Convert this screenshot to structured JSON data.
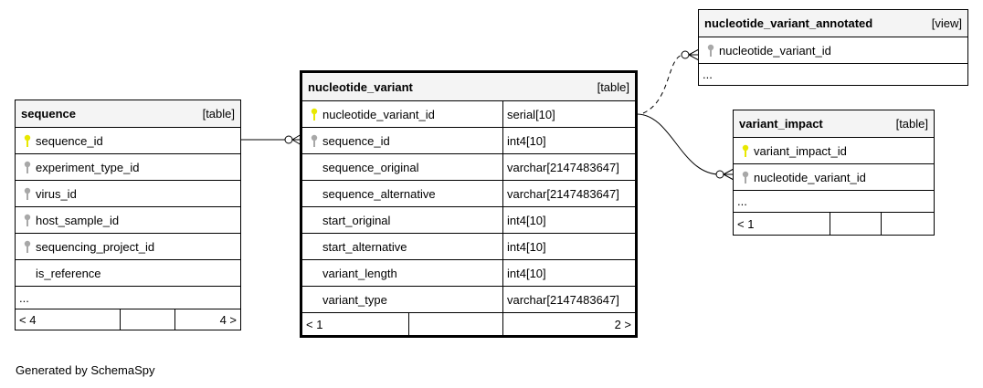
{
  "footer_text": "Generated by SchemaSpy",
  "tables": {
    "sequence": {
      "name": "sequence",
      "kind": "[table]",
      "columns": [
        {
          "name": "sequence_id",
          "key": "primary-key-icon"
        },
        {
          "name": "experiment_type_id",
          "key": "foreign-key-icon"
        },
        {
          "name": "virus_id",
          "key": "foreign-key-icon"
        },
        {
          "name": "host_sample_id",
          "key": "foreign-key-icon"
        },
        {
          "name": "sequencing_project_id",
          "key": "foreign-key-icon"
        },
        {
          "name": "is_reference",
          "key": ""
        }
      ],
      "ellipsis": "...",
      "foot": {
        "left": "< 4",
        "mid": "",
        "right": "4 >"
      }
    },
    "nucleotide_variant": {
      "name": "nucleotide_variant",
      "kind": "[table]",
      "columns": [
        {
          "name": "nucleotide_variant_id",
          "type": "serial[10]",
          "key": "primary-key-icon"
        },
        {
          "name": "sequence_id",
          "type": "int4[10]",
          "key": "foreign-key-icon"
        },
        {
          "name": "sequence_original",
          "type": "varchar[2147483647]",
          "key": ""
        },
        {
          "name": "sequence_alternative",
          "type": "varchar[2147483647]",
          "key": ""
        },
        {
          "name": "start_original",
          "type": "int4[10]",
          "key": ""
        },
        {
          "name": "start_alternative",
          "type": "int4[10]",
          "key": ""
        },
        {
          "name": "variant_length",
          "type": "int4[10]",
          "key": ""
        },
        {
          "name": "variant_type",
          "type": "varchar[2147483647]",
          "key": ""
        }
      ],
      "foot": {
        "left": "< 1",
        "mid": "",
        "right": "2 >"
      }
    },
    "nucleotide_variant_annotated": {
      "name": "nucleotide_variant_annotated",
      "kind": "[view]",
      "columns": [
        {
          "name": "nucleotide_variant_id",
          "key": "foreign-key-icon"
        }
      ],
      "ellipsis": "..."
    },
    "variant_impact": {
      "name": "variant_impact",
      "kind": "[table]",
      "columns": [
        {
          "name": "variant_impact_id",
          "key": "primary-key-icon"
        },
        {
          "name": "nucleotide_variant_id",
          "key": "foreign-key-icon"
        }
      ],
      "ellipsis": "...",
      "foot": {
        "left": "< 1",
        "mid": "",
        "right": ""
      }
    }
  },
  "colors": {
    "primary_key": "#e8e800",
    "foreign_key": "#a8a8a8",
    "header_bg": "#f4f4f4"
  }
}
